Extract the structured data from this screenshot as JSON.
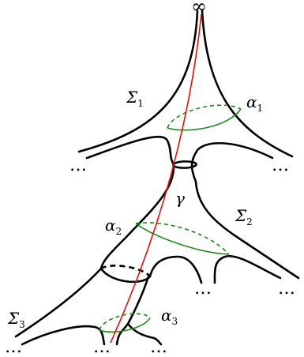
{
  "labels": {
    "infinity": "∞",
    "sigma1": {
      "base": "Σ",
      "sub": "1"
    },
    "sigma2": {
      "base": "Σ",
      "sub": "2"
    },
    "sigma3": {
      "base": "Σ",
      "sub": "3"
    },
    "alpha1": {
      "base": "α",
      "sub": "1"
    },
    "alpha2": {
      "base": "α",
      "sub": "2"
    },
    "alpha3": {
      "base": "α",
      "sub": "3"
    },
    "gamma": "γ",
    "ellipsis": "…"
  },
  "colors": {
    "outline": "#000000",
    "curve_alpha": "#1a8a1a",
    "path_gamma": "#e01010"
  }
}
